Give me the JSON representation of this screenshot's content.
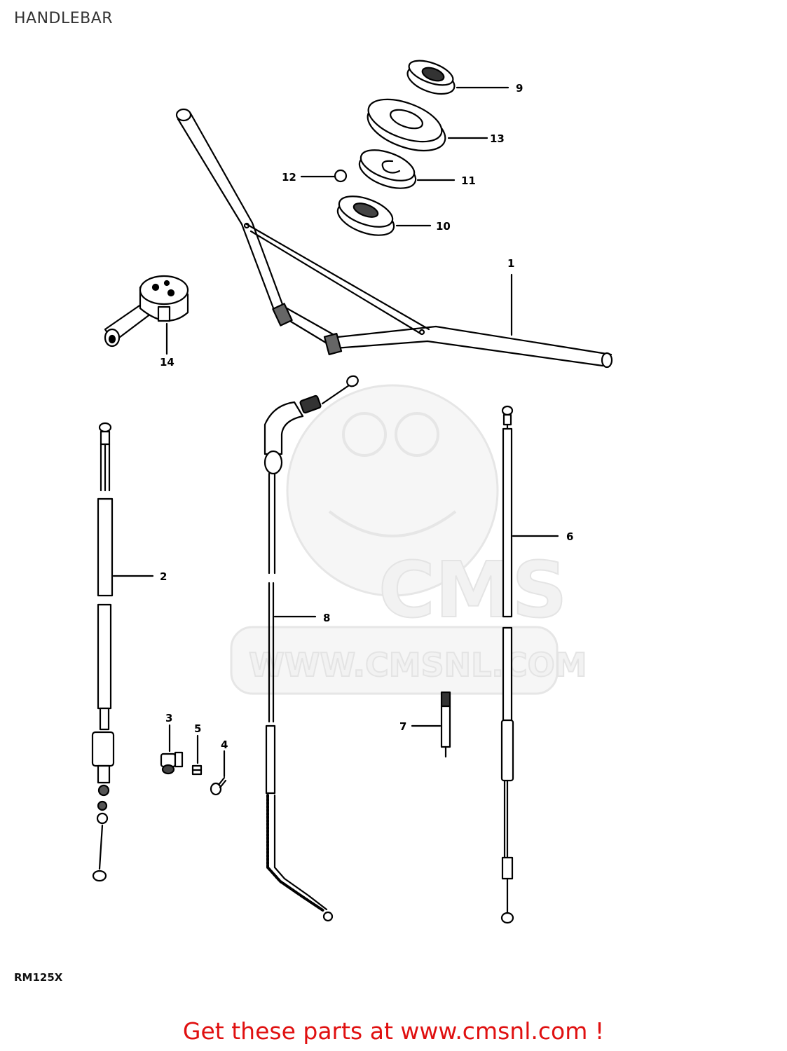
{
  "title": "HANDLEBAR",
  "model_code": "RM125X",
  "watermark": {
    "brand": "CMS",
    "url": "WWW.CMSNL.COM"
  },
  "callouts": {
    "c1": "1",
    "c2": "2",
    "c3": "3",
    "c4": "4",
    "c5": "5",
    "c6": "6",
    "c7": "7",
    "c8": "8",
    "c9": "9",
    "c10": "10",
    "c11": "11",
    "c12": "12",
    "c13": "13",
    "c14": "14"
  },
  "promo": "Get these parts at www.cmsnl.com !",
  "colors": {
    "promo": "#e01010",
    "line": "#000000",
    "watermark": "#ececec"
  }
}
